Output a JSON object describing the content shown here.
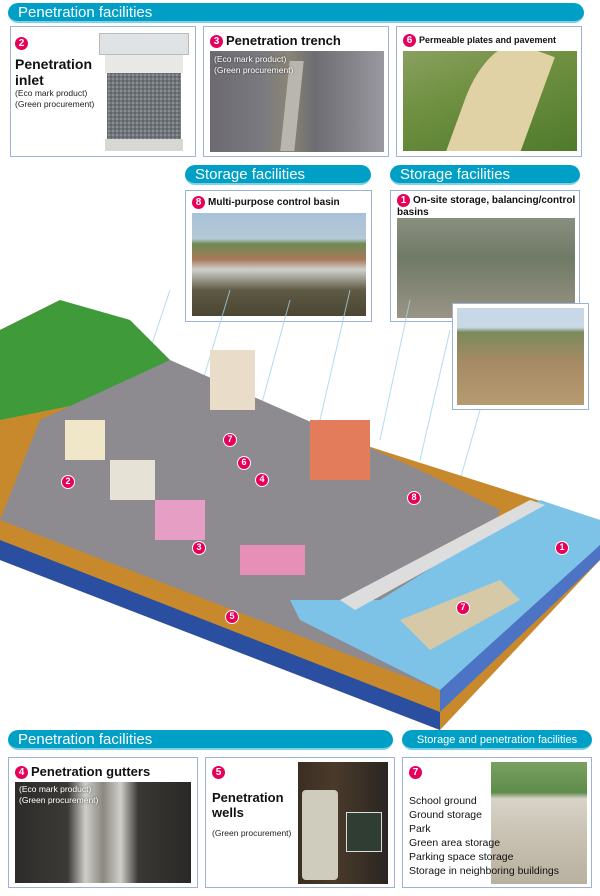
{
  "top_header": "Penetration facilities",
  "top_panels": [
    {
      "num": "2",
      "title": "Penetration inlet",
      "notes": [
        "(Eco mark product)",
        "(Green procurement)"
      ]
    },
    {
      "num": "3",
      "title": "Penetration trench",
      "notes": [
        "(Eco mark product)",
        "(Green procurement)"
      ]
    },
    {
      "num": "6",
      "title": "Permeable plates and pavement"
    }
  ],
  "storage_header_left": "Storage facilities",
  "storage_header_right": "Storage facilities",
  "storage_panels": [
    {
      "num": "8",
      "title": "Multi-purpose control basin"
    },
    {
      "num": "1",
      "title": "On-site storage, balancing/control basins"
    }
  ],
  "map_markers": [
    "2",
    "7",
    "6",
    "4",
    "8",
    "3",
    "5",
    "1",
    "7"
  ],
  "bottom_header_left": "Penetration facilities",
  "bottom_header_right": "Storage and penetration facilities",
  "bottom_panels": [
    {
      "num": "4",
      "title": "Penetration gutters",
      "notes": [
        "(Eco mark product)",
        "(Green procurement)"
      ]
    },
    {
      "num": "5",
      "title": "Penetration wells",
      "notes": [
        "(Green procurement)"
      ]
    },
    {
      "num": "7",
      "items": [
        "School ground",
        "Ground storage",
        "Park",
        "Green area storage",
        "Parking space storage",
        "Storage in neighboring buildings"
      ]
    }
  ]
}
